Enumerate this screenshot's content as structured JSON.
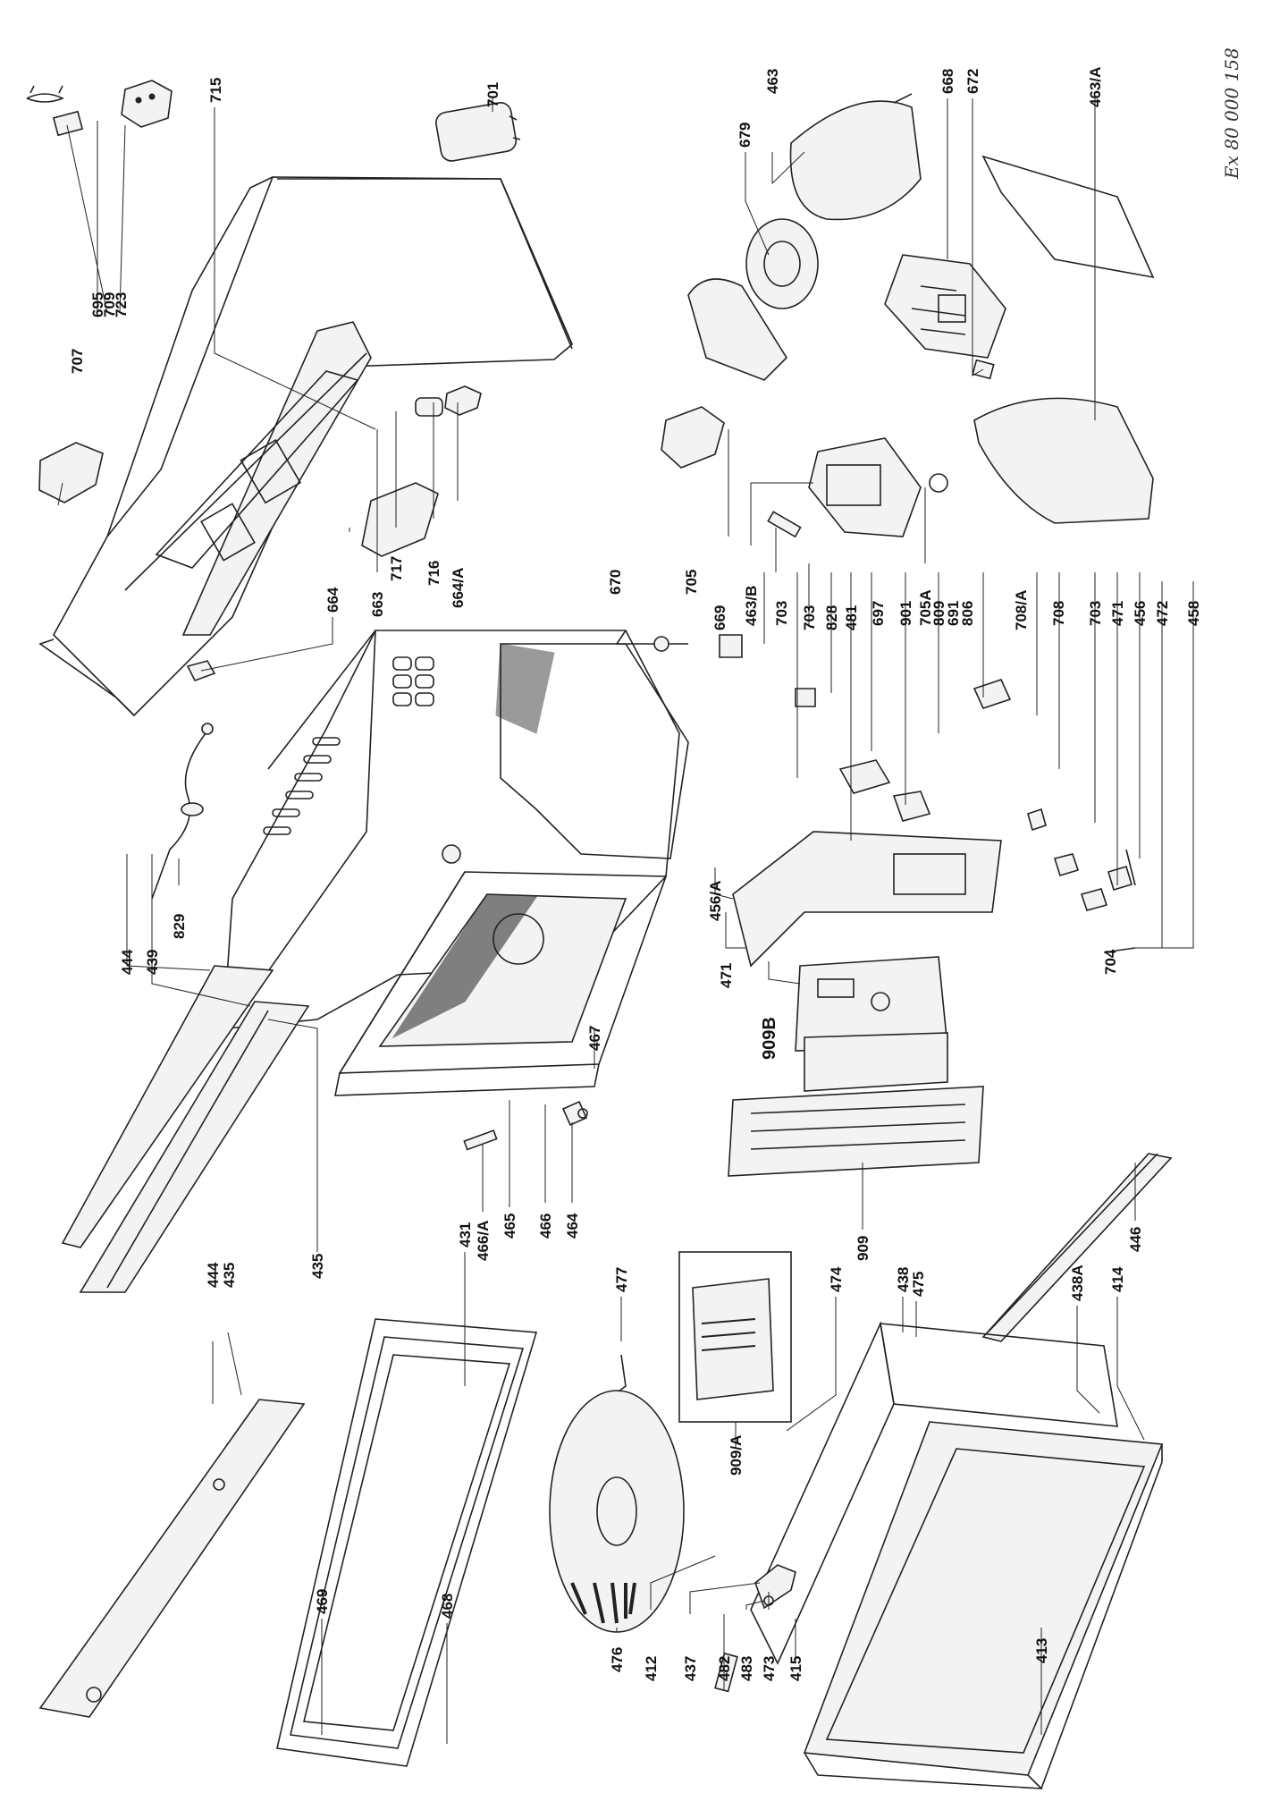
{
  "document": {
    "handwritten_note": "Ex 80 000 158"
  },
  "labels": [
    {
      "id": "695",
      "text": "695"
    },
    {
      "id": "709",
      "text": "709"
    },
    {
      "id": "723",
      "text": "723"
    },
    {
      "id": "707",
      "text": "707"
    },
    {
      "id": "715",
      "text": "715"
    },
    {
      "id": "701",
      "text": "701"
    },
    {
      "id": "679",
      "text": "679"
    },
    {
      "id": "463",
      "text": "463"
    },
    {
      "id": "668",
      "text": "668"
    },
    {
      "id": "672",
      "text": "672"
    },
    {
      "id": "463A",
      "text": "463/A"
    },
    {
      "id": "664",
      "text": "664"
    },
    {
      "id": "663",
      "text": "663"
    },
    {
      "id": "717",
      "text": "717"
    },
    {
      "id": "716",
      "text": "716"
    },
    {
      "id": "664A",
      "text": "664/A"
    },
    {
      "id": "670",
      "text": "670"
    },
    {
      "id": "705",
      "text": "705"
    },
    {
      "id": "669",
      "text": "669"
    },
    {
      "id": "463B",
      "text": "463/B"
    },
    {
      "id": "703a",
      "text": "703"
    },
    {
      "id": "703b",
      "text": "703"
    },
    {
      "id": "828",
      "text": "828"
    },
    {
      "id": "481",
      "text": "481"
    },
    {
      "id": "697",
      "text": "697"
    },
    {
      "id": "901",
      "text": "901"
    },
    {
      "id": "705A",
      "text": "705A"
    },
    {
      "id": "809",
      "text": "809"
    },
    {
      "id": "691",
      "text": "691"
    },
    {
      "id": "806",
      "text": "806"
    },
    {
      "id": "708A",
      "text": "708/A"
    },
    {
      "id": "708",
      "text": "708"
    },
    {
      "id": "703c",
      "text": "703"
    },
    {
      "id": "471a",
      "text": "471"
    },
    {
      "id": "456",
      "text": "456"
    },
    {
      "id": "472",
      "text": "472"
    },
    {
      "id": "458",
      "text": "458"
    },
    {
      "id": "829",
      "text": "829"
    },
    {
      "id": "444a",
      "text": "444"
    },
    {
      "id": "439",
      "text": "439"
    },
    {
      "id": "456A",
      "text": "456/A"
    },
    {
      "id": "471b",
      "text": "471"
    },
    {
      "id": "704",
      "text": "704"
    },
    {
      "id": "909B",
      "text": "909B"
    },
    {
      "id": "467",
      "text": "467"
    },
    {
      "id": "435a",
      "text": "435"
    },
    {
      "id": "466A",
      "text": "466/A"
    },
    {
      "id": "465",
      "text": "465"
    },
    {
      "id": "466",
      "text": "466"
    },
    {
      "id": "464",
      "text": "464"
    },
    {
      "id": "909",
      "text": "909"
    },
    {
      "id": "446",
      "text": "446"
    },
    {
      "id": "444b",
      "text": "444"
    },
    {
      "id": "435b",
      "text": "435"
    },
    {
      "id": "431",
      "text": "431"
    },
    {
      "id": "477",
      "text": "477"
    },
    {
      "id": "474",
      "text": "474"
    },
    {
      "id": "438",
      "text": "438"
    },
    {
      "id": "475",
      "text": "475"
    },
    {
      "id": "438A",
      "text": "438A"
    },
    {
      "id": "414",
      "text": "414"
    },
    {
      "id": "909A",
      "text": "909/A"
    },
    {
      "id": "469",
      "text": "469"
    },
    {
      "id": "468",
      "text": "468"
    },
    {
      "id": "476",
      "text": "476"
    },
    {
      "id": "412",
      "text": "412"
    },
    {
      "id": "437",
      "text": "437"
    },
    {
      "id": "482",
      "text": "482"
    },
    {
      "id": "483",
      "text": "483"
    },
    {
      "id": "473",
      "text": "473"
    },
    {
      "id": "415",
      "text": "415"
    },
    {
      "id": "413",
      "text": "413"
    }
  ]
}
